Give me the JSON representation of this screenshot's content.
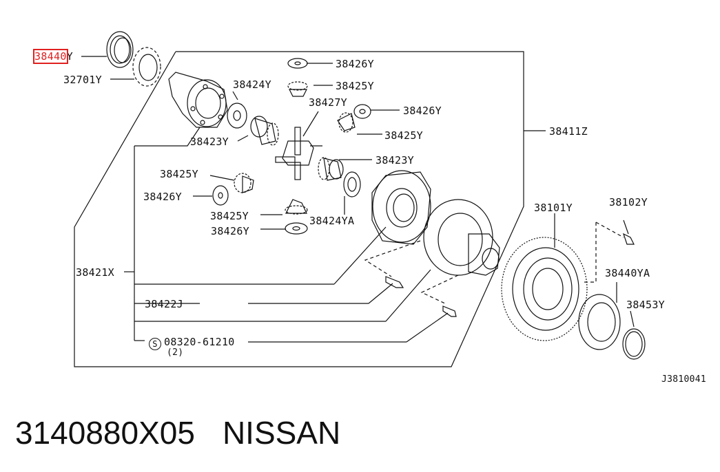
{
  "labels": {
    "p38440y": {
      "highlight": "38440",
      "rest": "Y"
    },
    "p32701y": "32701Y",
    "p38426y_1": "38426Y",
    "p38425y_1": "38425Y",
    "p38424y": "38424Y",
    "p38427y": "38427Y",
    "p38426y_2": "38426Y",
    "p38425y_2": "38425Y",
    "p38411z": "38411Z",
    "p38423y_1": "38423Y",
    "p38423y_2": "38423Y",
    "p38425y_3": "38425Y",
    "p38426y_3": "38426Y",
    "p38425y_4": "38425Y",
    "p38424ya": "38424YA",
    "p38426y_4": "38426Y",
    "p38101y": "38101Y",
    "p38102y": "38102Y",
    "p38421x": "38421X",
    "p38440ya": "38440YA",
    "p38422j": "38422J",
    "p38453y": "38453Y",
    "p08320": "08320-61210",
    "p08320_sym": "S",
    "p08320_qty": "(2)",
    "diagram_code": "J3810041"
  },
  "footer": {
    "part_number": "3140880X05",
    "brand": "NISSAN"
  },
  "colors": {
    "line": "#111111",
    "highlight": "#e0201f"
  }
}
